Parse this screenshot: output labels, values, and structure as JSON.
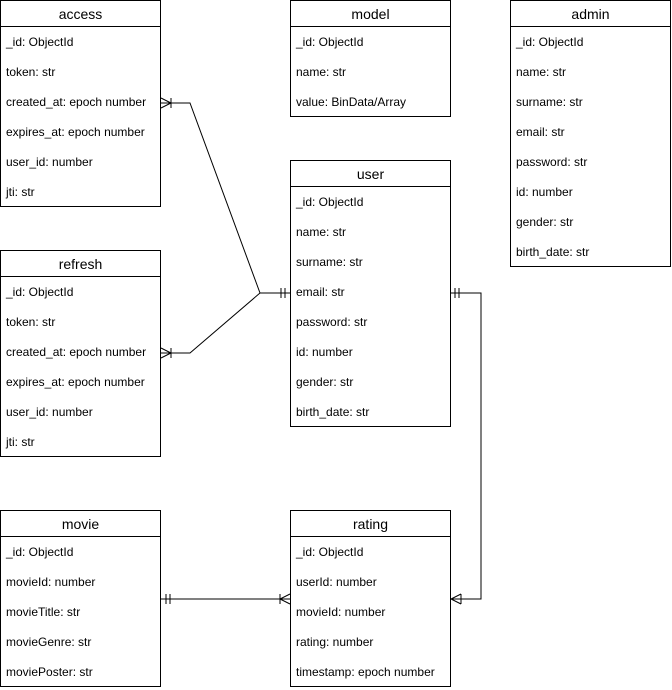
{
  "entities": {
    "access": {
      "title": "access",
      "fields": [
        "_id: ObjectId",
        "token: str",
        "created_at: epoch number",
        "expires_at: epoch number",
        "user_id: number",
        "jti: str"
      ]
    },
    "model": {
      "title": "model",
      "fields": [
        "_id: ObjectId",
        "name: str",
        "value: BinData/Array"
      ]
    },
    "admin": {
      "title": "admin",
      "fields": [
        "_id: ObjectId",
        "name: str",
        "surname: str",
        "email: str",
        "password: str",
        "id: number",
        "gender: str",
        "birth_date: str"
      ]
    },
    "user": {
      "title": "user",
      "fields": [
        "_id: ObjectId",
        "name: str",
        "surname: str",
        "email: str",
        "password: str",
        "id: number",
        "gender: str",
        "birth_date: str"
      ]
    },
    "refresh": {
      "title": "refresh",
      "fields": [
        "_id: ObjectId",
        "token: str",
        "created_at: epoch number",
        "expires_at: epoch number",
        "user_id: number",
        "jti: str"
      ]
    },
    "movie": {
      "title": "movie",
      "fields": [
        "_id: ObjectId",
        "movieId: number",
        "movieTitle: str",
        "movieGenre: str",
        "moviePoster: str"
      ]
    },
    "rating": {
      "title": "rating",
      "fields": [
        "_id: ObjectId",
        "userId: number",
        "movieId: number",
        "rating: number",
        "timestamp: epoch number"
      ]
    }
  },
  "relationships": [
    {
      "from": "access",
      "to": "user",
      "from_cardinality": "many",
      "to_cardinality": "one"
    },
    {
      "from": "refresh",
      "to": "user",
      "from_cardinality": "many",
      "to_cardinality": "one"
    },
    {
      "from": "user",
      "to": "rating",
      "from_cardinality": "one",
      "to_cardinality": "many"
    },
    {
      "from": "movie",
      "to": "rating",
      "from_cardinality": "one",
      "to_cardinality": "many"
    }
  ],
  "colors": {
    "line": "#000000",
    "background": "#ffffff",
    "text": "#000000"
  }
}
